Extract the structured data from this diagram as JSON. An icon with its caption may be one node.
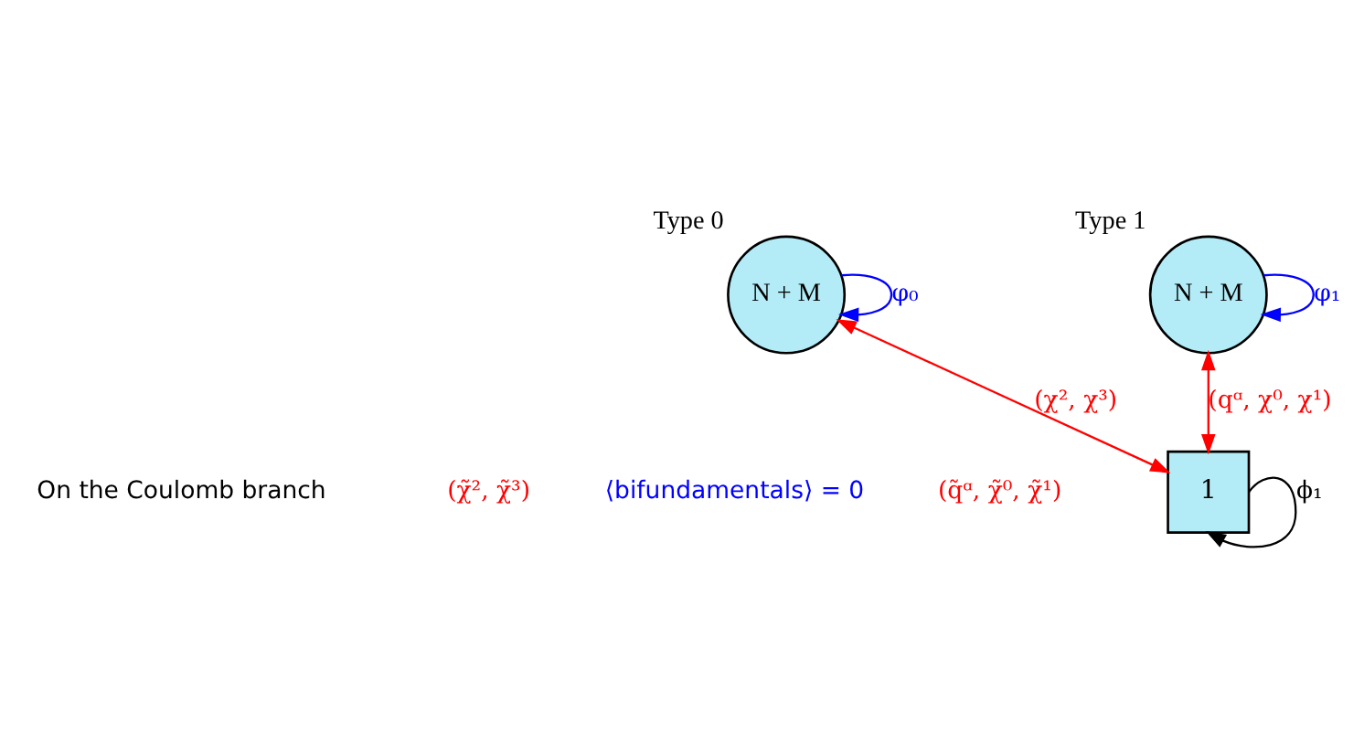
{
  "diagram": {
    "nodes": [
      {
        "text": [
          "N + M"
        ],
        "beside": [
          "Type 0"
        ]
      },
      {
        "text": [
          "N + M"
        ],
        "beside": [
          "Type 1"
        ]
      },
      {
        "text": [
          "1"
        ]
      }
    ],
    "edges": [
      {
        "from": 0,
        "to": 0,
        "arrow": "to",
        "label": "φ₀",
        "color": "#0000ff"
      },
      {
        "from": 1,
        "to": 1,
        "arrow": "to",
        "label": "φ₁",
        "color": "#0000ff"
      },
      {
        "from": 0,
        "to": 2,
        "arrow": "both",
        "label": "(χ², χ³)",
        "color": "#ff0000"
      },
      {
        "from": 1,
        "to": 2,
        "arrow": "both",
        "label": "(qᵅ, χ⁰, χ¹)",
        "color": "#ff0000"
      },
      {
        "from": 2,
        "to": 2,
        "arrow": "to",
        "label": "ϕ₁",
        "color": "#000000"
      }
    ],
    "labels": [
      "(χ̃², χ̃³)",
      "(q̃ᵅ, χ̃⁰, χ̃¹)",
      "On the Coulomb branch",
      "⟨bifundamentals⟩ = 0"
    ]
  }
}
